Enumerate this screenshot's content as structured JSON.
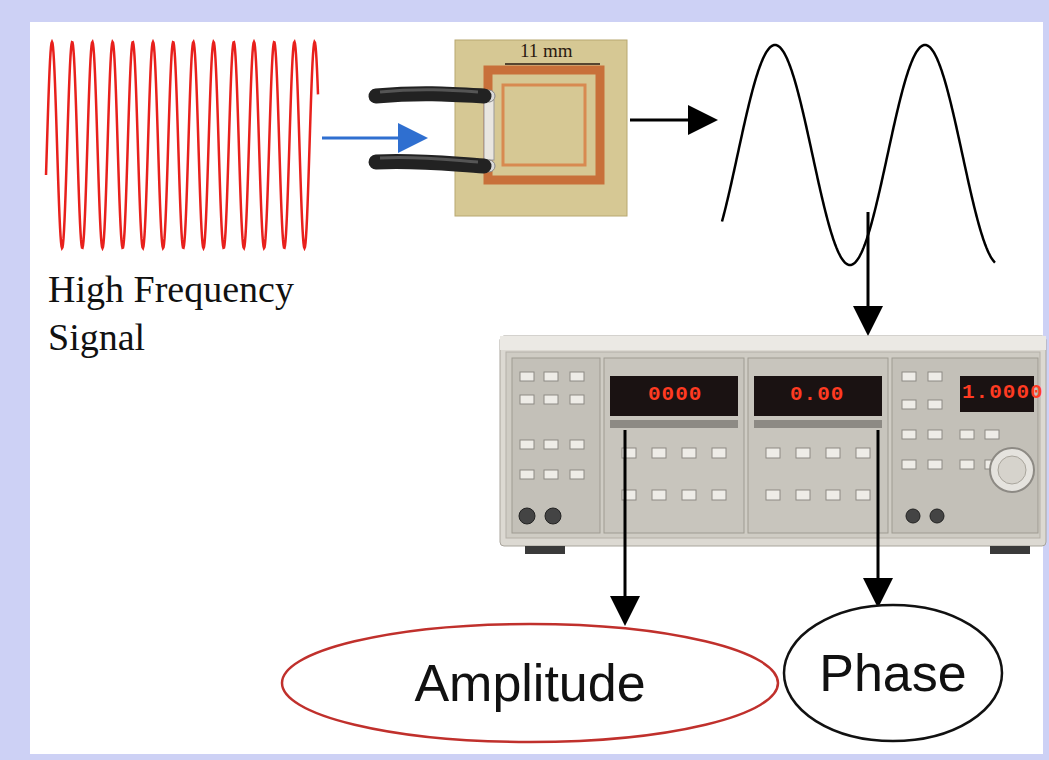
{
  "diagram": {
    "nodes": [
      {
        "text": [
          "Amplitude"
        ]
      },
      {
        "text": [
          "Phase"
        ]
      }
    ],
    "labels": [
      "High Frequency Signal",
      "11 mm",
      "0000",
      "0.00",
      "1.0000"
    ]
  }
}
